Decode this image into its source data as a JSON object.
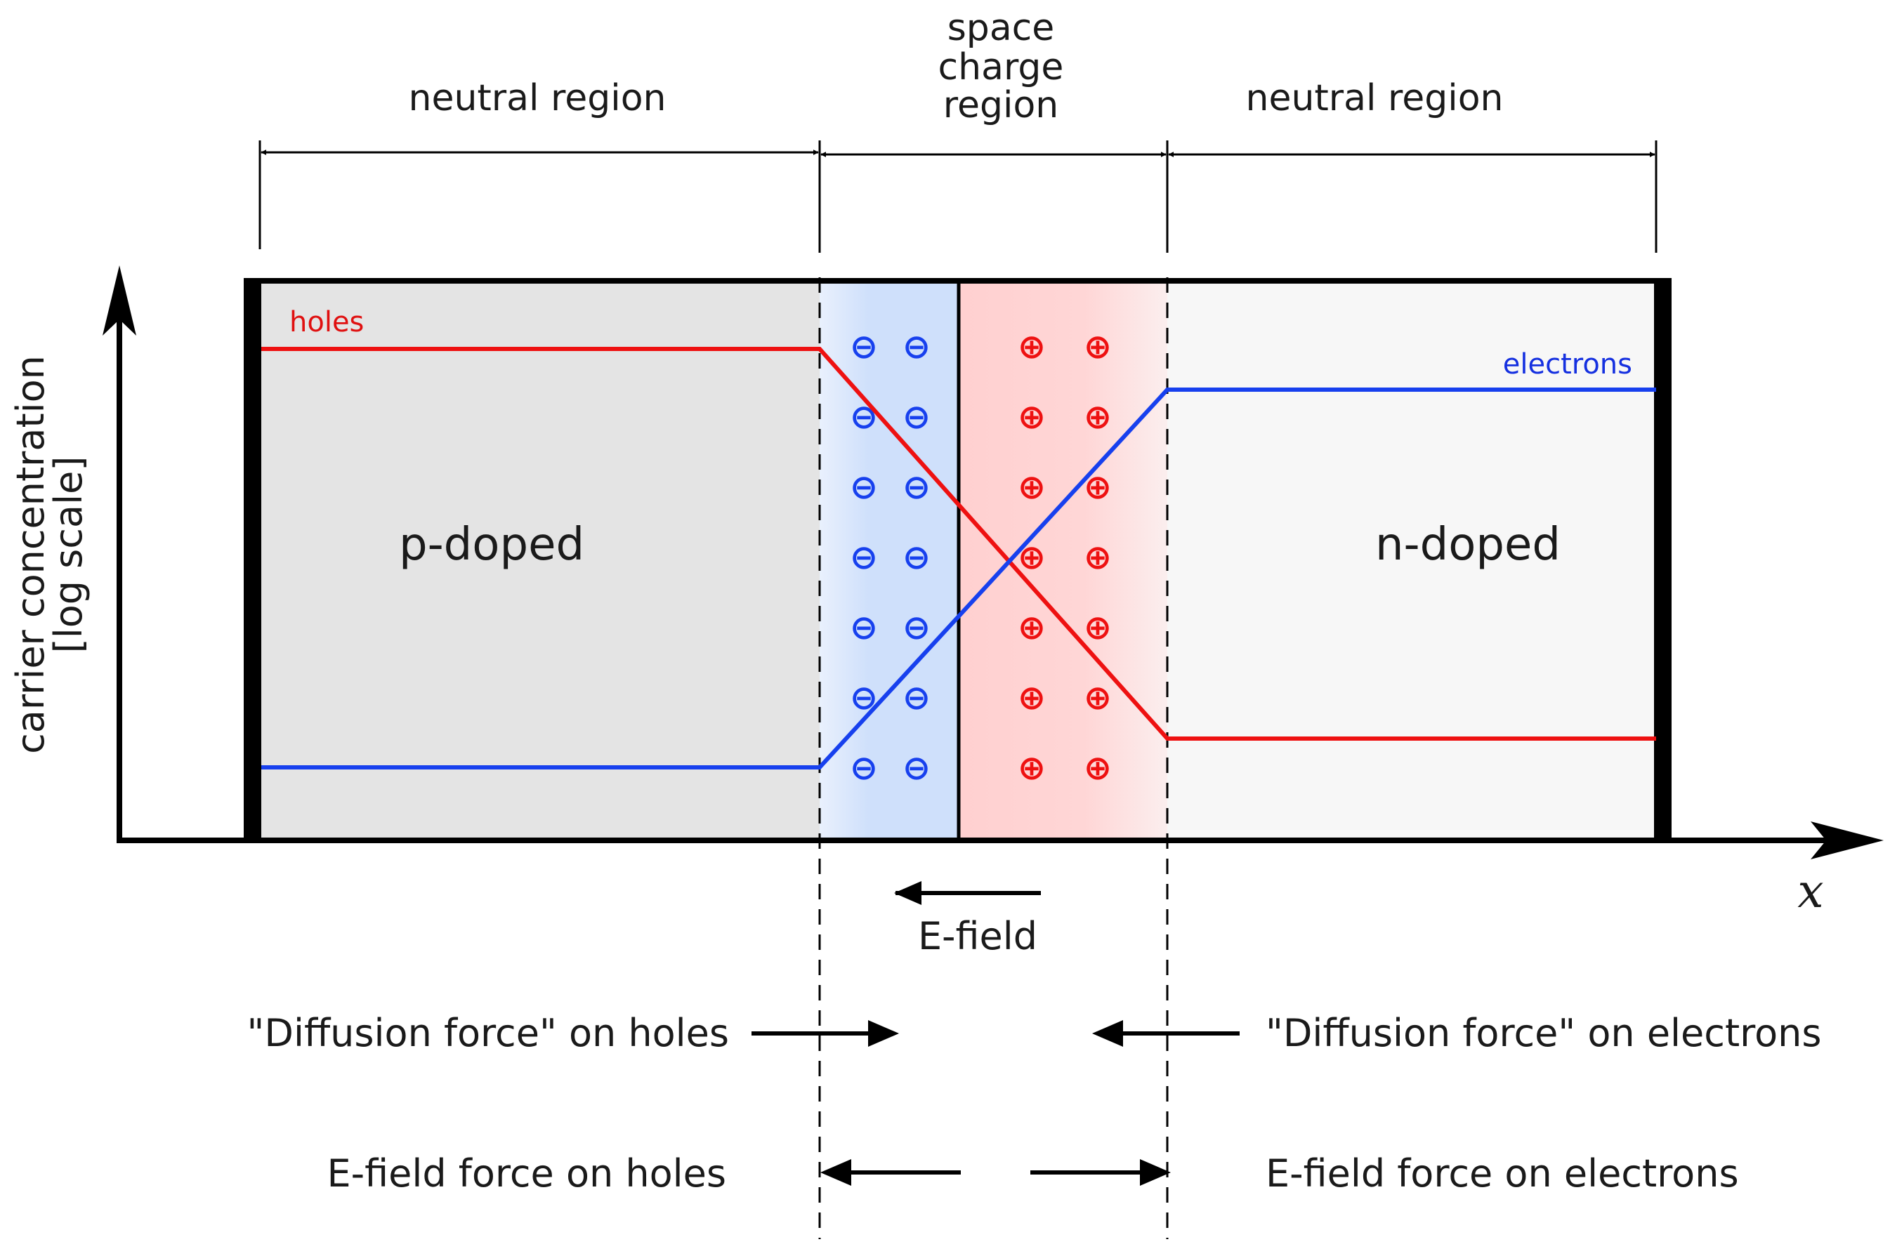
{
  "regions": {
    "left_neutral": "neutral region",
    "space_charge": [
      "space",
      "charge",
      "region"
    ],
    "right_neutral": "neutral region"
  },
  "doping": {
    "p_label": "p-doped",
    "n_label": "n-doped"
  },
  "axis": {
    "y_label": [
      "carrier concentration",
      "[log scale]"
    ],
    "x_label": "x"
  },
  "carriers": {
    "holes_label": "holes",
    "electrons_label": "electrons"
  },
  "field": {
    "label": "E-field"
  },
  "forces": {
    "diffusion_holes": "\"Diffusion force\" on holes",
    "diffusion_electrons": "\"Diffusion force\" on electrons",
    "efield_holes": "E-field force on holes",
    "efield_electrons": "E-field force on electrons"
  },
  "charges": {
    "negative_symbol": "⊖",
    "positive_symbol": "⊕"
  },
  "colors": {
    "p_region": "#e4e4e4",
    "n_region": "#f7f7f7",
    "negative_zone": "#cfe0fb",
    "positive_zone": "#ffd2d2",
    "holes": "#ee1111",
    "electrons": "#1740ee",
    "ink": "#000000"
  }
}
